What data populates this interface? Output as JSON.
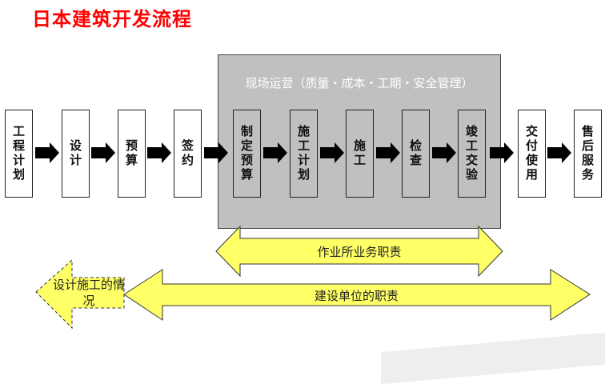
{
  "title": "日本建筑开发流程",
  "operations_box": {
    "label": "现场运营（质量・成本・工期・安全管理）",
    "steps": [
      "制定预算",
      "施工计划",
      "施工",
      "检查",
      "竣工交验"
    ]
  },
  "pre_steps": [
    "工程计划",
    "设计",
    "预算",
    "签约"
  ],
  "post_steps": [
    "交付使用",
    "售后服务"
  ],
  "bands": {
    "office_responsibility": "作业所业务职责",
    "owner_responsibility": "建设单位的职责",
    "design_construction_status": "设计施工的情况"
  },
  "colors": {
    "title": "#ff0000",
    "ops_box": "#c0c0c0",
    "band_fill": "#ffff66"
  }
}
